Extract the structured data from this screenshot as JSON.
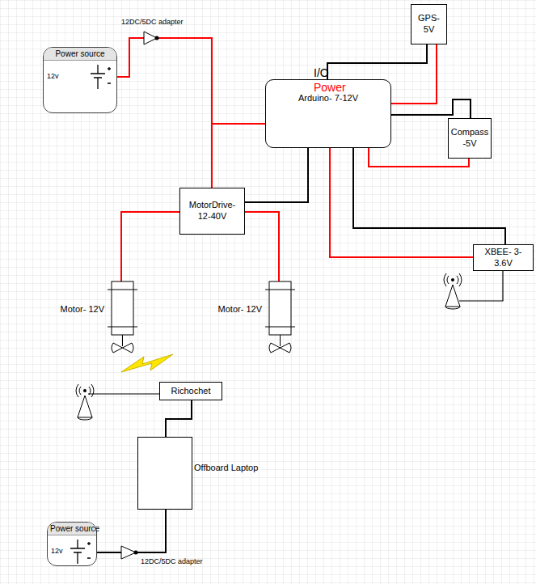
{
  "diagram": {
    "nodes": [
      {
        "text": [
          "12DC/5DC adapter"
        ]
      },
      {
        "text": [
          "GPS- 5V"
        ]
      },
      {
        "text": [
          "Power source",
          "12v"
        ]
      },
      {
        "text": [
          "Arduino- 7-12V"
        ]
      },
      {
        "text": [
          "Compass -5V"
        ]
      },
      {
        "text": [
          "MotorDrive- 12-40V"
        ]
      },
      {
        "text": [
          "XBEE- 3-3.6V"
        ]
      },
      {
        "text": [
          "Motor- 12V"
        ]
      },
      {
        "text": [
          "Motor- 12V"
        ]
      },
      {
        "text": [
          "Richochet"
        ]
      },
      {
        "text": [
          "Offboard Laptop"
        ]
      },
      {
        "text": [
          "Power source",
          "12v"
        ]
      },
      {
        "text": [
          "12DC/5DC adapter"
        ]
      }
    ],
    "edges": [
      {
        "from": 2,
        "to": 0,
        "arrow": "none"
      },
      {
        "from": 0,
        "to": 3,
        "arrow": "none"
      },
      {
        "from": 5,
        "to": 3,
        "arrow": "none"
      },
      {
        "from": 3,
        "to": 1,
        "arrow": "none"
      },
      {
        "from": 3,
        "to": 1,
        "arrow": "none"
      },
      {
        "from": 3,
        "to": 4,
        "arrow": "none"
      },
      {
        "from": 3,
        "to": 4,
        "arrow": "none"
      },
      {
        "from": 3,
        "to": 5,
        "arrow": "none"
      },
      {
        "from": 3,
        "to": 6,
        "arrow": "none"
      },
      {
        "from": 3,
        "to": 6,
        "arrow": "none"
      },
      {
        "from": 5,
        "to": 7,
        "arrow": "none"
      },
      {
        "from": 5,
        "to": 8,
        "arrow": "none"
      },
      {
        "from": 9,
        "to": 10,
        "arrow": "none"
      },
      {
        "from": 11,
        "to": 12,
        "arrow": "none"
      },
      {
        "from": 12,
        "to": 10,
        "arrow": "none"
      }
    ],
    "labels": [
      "I/O",
      "Power"
    ]
  }
}
